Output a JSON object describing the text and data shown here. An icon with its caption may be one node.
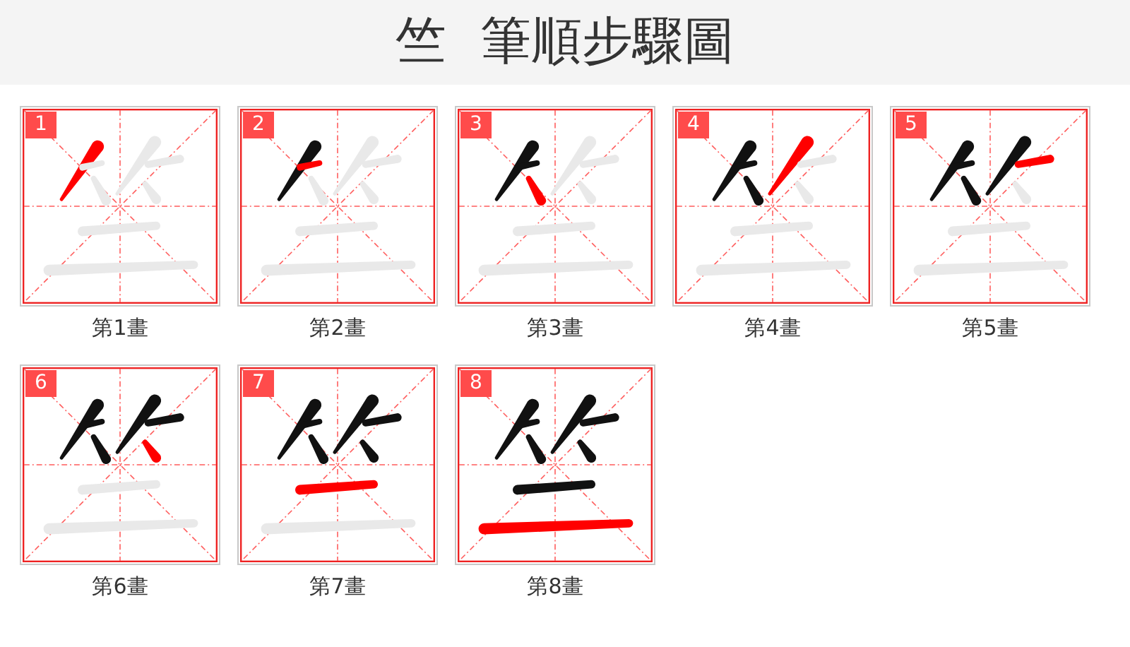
{
  "diagram": {
    "title": "竺 筆順步驟圖",
    "nodes": [
      {
        "text": [
          "1"
        ],
        "beside": [
          "第1畫"
        ]
      },
      {
        "text": [
          "2"
        ],
        "beside": [
          "第2畫"
        ]
      },
      {
        "text": [
          "3"
        ],
        "beside": [
          "第3畫"
        ]
      },
      {
        "text": [
          "4"
        ],
        "beside": [
          "第4畫"
        ]
      },
      {
        "text": [
          "5"
        ],
        "beside": [
          "第5畫"
        ]
      },
      {
        "text": [
          "6"
        ],
        "beside": [
          "第6畫"
        ]
      },
      {
        "text": [
          "7"
        ],
        "beside": [
          "第7畫"
        ]
      },
      {
        "text": [
          "8"
        ],
        "beside": [
          "第8畫"
        ]
      }
    ]
  }
}
